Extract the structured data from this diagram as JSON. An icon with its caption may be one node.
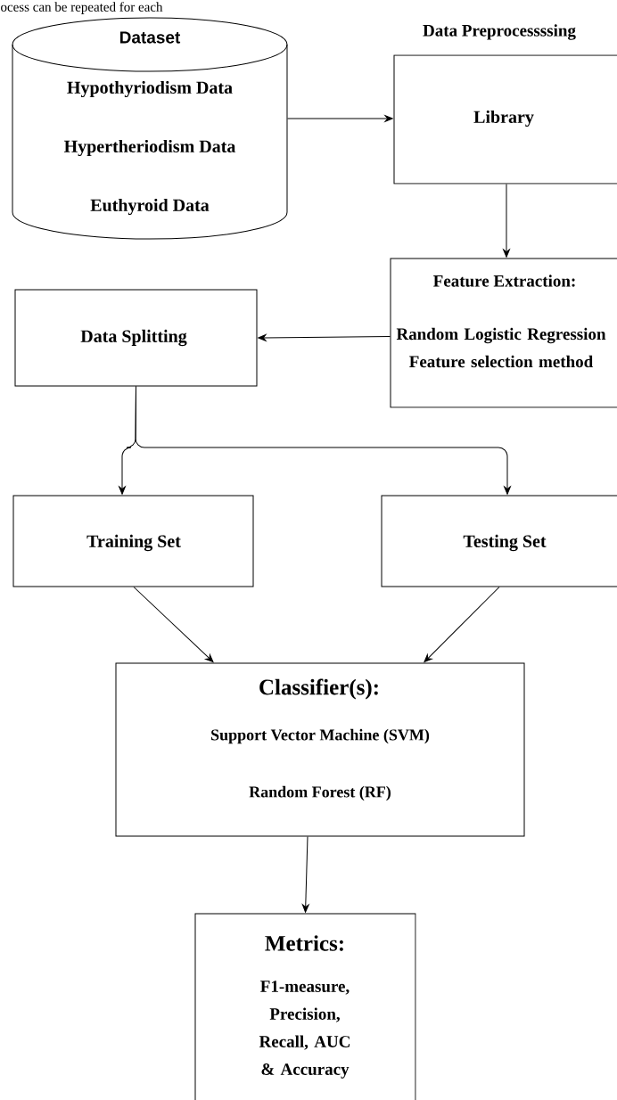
{
  "diagram": {
    "nodes": [
      {
        "text": [
          "Dataset",
          "Hypothyriodism Data",
          "Hypertheriodism Data",
          "Euthyroid Data"
        ]
      },
      {
        "text": [
          "Data Preprocessssing",
          "Library"
        ]
      },
      {
        "text": [
          "Feature Extraction:",
          "Random Logistic Regression Feature selection method"
        ]
      },
      {
        "text": [
          "Data Splitting"
        ]
      },
      {
        "text": [
          "Training Set"
        ]
      },
      {
        "text": [
          "Testing Set"
        ]
      },
      {
        "text": [
          "Classifier(s):",
          "Support Vector Machine (SVM)",
          "Random Forest (RF)"
        ]
      },
      {
        "text": [
          "Metrics:",
          "F1-measure, Precision, Recall, AUC & Accuracy"
        ]
      }
    ],
    "edges": [
      {
        "from": 0,
        "to": 1,
        "arrow": "to"
      },
      {
        "from": 1,
        "to": 2,
        "arrow": "to"
      },
      {
        "from": 2,
        "to": 3,
        "arrow": "to"
      },
      {
        "from": 3,
        "to": 4,
        "arrow": "to"
      },
      {
        "from": 3,
        "to": 5,
        "arrow": "to"
      },
      {
        "from": 4,
        "to": 6,
        "arrow": "to"
      },
      {
        "from": 5,
        "to": 6,
        "arrow": "to"
      },
      {
        "from": 6,
        "to": 7,
        "arrow": "to"
      }
    ],
    "labels": [
      "ocess can be repeated for each"
    ]
  }
}
